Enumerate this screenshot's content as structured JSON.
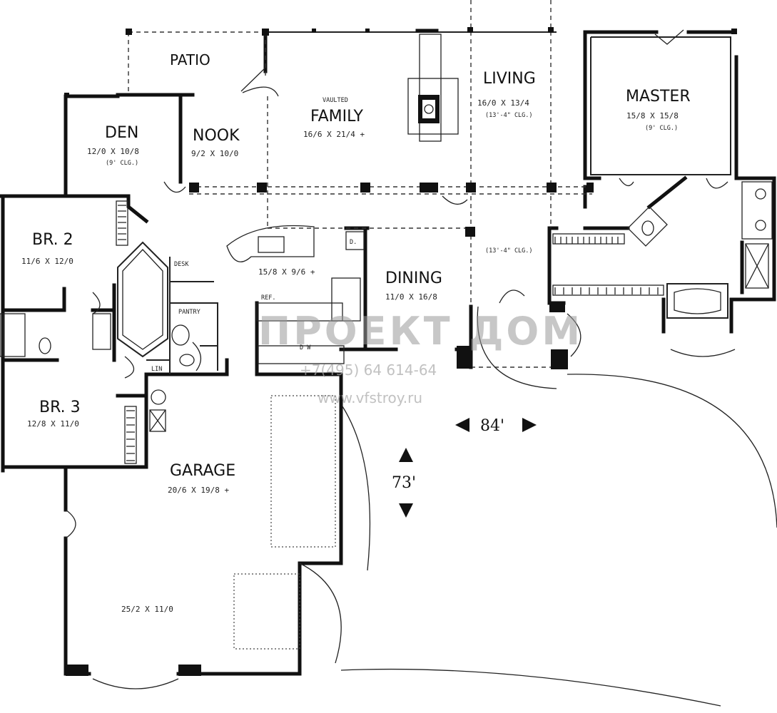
{
  "rooms": {
    "patio": {
      "name": "PATIO"
    },
    "den": {
      "name": "DEN",
      "size": "12/0 X 10/8",
      "note": "(9' CLG.)"
    },
    "nook": {
      "name": "NOOK",
      "size": "9/2 X 10/0"
    },
    "family": {
      "prefix": "VAULTED",
      "name": "FAMILY",
      "size": "16/6 X 21/4 +"
    },
    "living": {
      "name": "LIVING",
      "size": "16/0 X 13/4",
      "note": "(13'-4\" CLG.)",
      "note2": "(13'-4\" CLG.)"
    },
    "master": {
      "name": "MASTER",
      "size": "15/8 X 15/8",
      "note": "(9' CLG.)"
    },
    "br2": {
      "name": "BR. 2",
      "size": "11/6 X 12/0"
    },
    "kitchen": {
      "size": "15/8 X 9/6 +"
    },
    "dining": {
      "name": "DINING",
      "size": "11/0 X 16/8"
    },
    "br3": {
      "name": "BR. 3",
      "size": "12/8 X 11/0"
    },
    "garage": {
      "name": "GARAGE",
      "size": "20/6 X 19/8 +",
      "size2": "25/2 X 11/0"
    }
  },
  "fixtures": {
    "desk": "DESK",
    "pantry": "PANTRY",
    "ref": "REF.",
    "dw": "D  W",
    "lin": "LIN",
    "d": "D."
  },
  "dimensions": {
    "width": "84'",
    "depth": "73'"
  },
  "watermark": {
    "brand": "ПРОЕКТ ДОМ",
    "phone": "+7(495) 64 614-64",
    "url": "www.vfstroy.ru"
  }
}
